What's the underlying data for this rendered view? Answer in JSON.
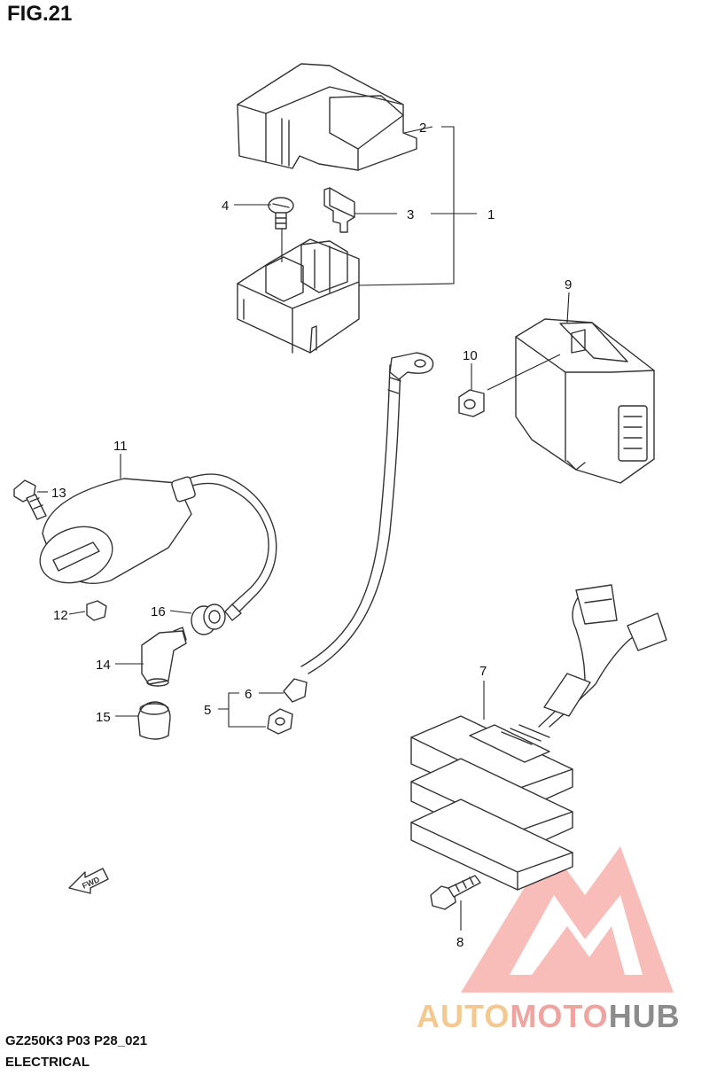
{
  "figure": {
    "title": "FIG.21",
    "model_code": "GZ250K3 P03 P28_021",
    "section": "ELECTRICAL"
  },
  "fwd_label": "FWD",
  "callouts": {
    "c1": "1",
    "c2": "2",
    "c3": "3",
    "c4": "4",
    "c5": "5",
    "c6": "6",
    "c7": "7",
    "c8": "8",
    "c9": "9",
    "c10": "10",
    "c11": "11",
    "c12": "12",
    "c13": "13",
    "c14": "14",
    "c15": "15",
    "c16": "16"
  },
  "watermark": {
    "part1": "AUTO",
    "part2": "MOTO",
    "part3": "HUB",
    "colors": {
      "auto": "#f3c98f",
      "moto": "#f0a4a0",
      "hub": "#8c8c8c",
      "triangle": "#f08a84"
    }
  }
}
